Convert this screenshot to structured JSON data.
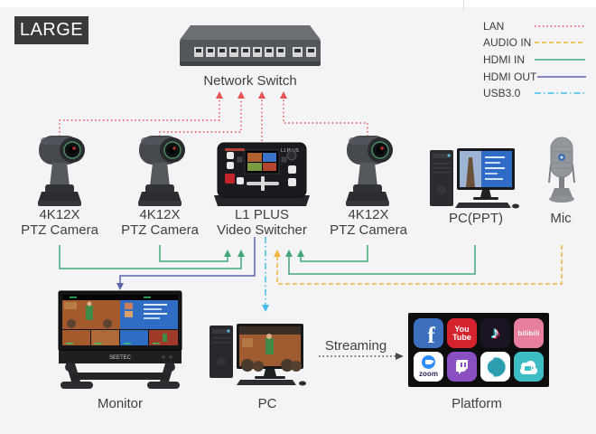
{
  "badge": {
    "label": "LARGE",
    "bg": "#3a3a3c",
    "fg": "#ffffff"
  },
  "legend": {
    "items": [
      {
        "label": "LAN",
        "color": "#e8534f",
        "style": "dotted"
      },
      {
        "label": "AUDIO IN",
        "color": "#f0b53e",
        "style": "dashed"
      },
      {
        "label": "HDMI IN",
        "color": "#43a678",
        "style": "solid"
      },
      {
        "label": "HDMI OUT",
        "color": "#5c63a8",
        "style": "solid"
      },
      {
        "label": "USB3.0",
        "color": "#45bce8",
        "style": "dash-dot"
      }
    ]
  },
  "devices": {
    "network_switch": {
      "label": "Network Switch"
    },
    "camera1": {
      "line1": "4K12X",
      "line2": "PTZ Camera"
    },
    "camera2": {
      "line1": "4K12X",
      "line2": "PTZ Camera"
    },
    "camera3": {
      "line1": "4K12X",
      "line2": "PTZ Camera"
    },
    "switcher": {
      "line1": "L1 PLUS",
      "line2": "Video Switcher",
      "model": "L1 PLUS"
    },
    "pc_ppt": {
      "label": "PC(PPT)"
    },
    "mic": {
      "label": "Mic"
    },
    "monitor": {
      "label": "Monitor",
      "brand": "SEETEC"
    },
    "pc": {
      "label": "PC"
    },
    "platform": {
      "label": "Platform",
      "icons": [
        {
          "name": "facebook",
          "bg": "#3c6fbe",
          "glyph": "f"
        },
        {
          "name": "youtube",
          "bg": "#d5232e",
          "line1": "You",
          "line2": "Tube"
        },
        {
          "name": "tiktok",
          "bg": "#191322",
          "glyph": "♪"
        },
        {
          "name": "bilibili",
          "bg": "#e87f9e",
          "glyph": "bilibili"
        },
        {
          "name": "zoom",
          "bg": "#ffffff",
          "glyph": "zoom",
          "accent": "#2d8cff"
        },
        {
          "name": "twitch",
          "bg": "#8a4fc0"
        },
        {
          "name": "meeting",
          "bg": "#ffffff",
          "accent": "#2b9fb0"
        },
        {
          "name": "cloud-live",
          "bg": "#3fbdc4"
        }
      ]
    }
  },
  "streaming": {
    "label": "Streaming",
    "color": "#4a4a4a"
  },
  "connections": [
    {
      "from": "camera1",
      "to": "network_switch",
      "type": "LAN"
    },
    {
      "from": "camera2",
      "to": "network_switch",
      "type": "LAN"
    },
    {
      "from": "switcher",
      "to": "network_switch",
      "type": "LAN"
    },
    {
      "from": "camera3",
      "to": "network_switch",
      "type": "LAN"
    },
    {
      "from": "camera1",
      "to": "switcher",
      "type": "HDMI IN"
    },
    {
      "from": "camera2",
      "to": "switcher",
      "type": "HDMI IN"
    },
    {
      "from": "camera3",
      "to": "switcher",
      "type": "HDMI IN"
    },
    {
      "from": "pc_ppt",
      "to": "switcher",
      "type": "HDMI IN"
    },
    {
      "from": "mic",
      "to": "switcher",
      "type": "AUDIO IN"
    },
    {
      "from": "switcher",
      "to": "monitor",
      "type": "HDMI OUT"
    },
    {
      "from": "switcher",
      "to": "pc",
      "type": "USB3.0"
    },
    {
      "from": "pc",
      "to": "platform",
      "type": "Streaming"
    }
  ]
}
